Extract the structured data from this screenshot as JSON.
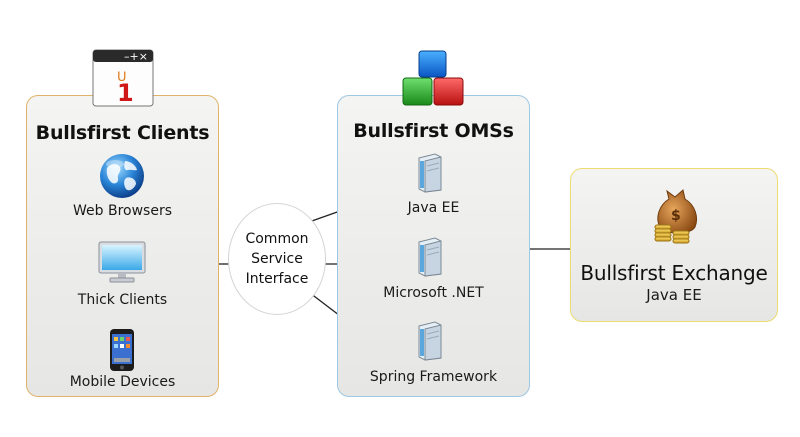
{
  "clients": {
    "title": "Bullsfirst Clients",
    "items": [
      {
        "label": "Web Browsers",
        "icon": "globe-icon"
      },
      {
        "label": "Thick Clients",
        "icon": "monitor-icon"
      },
      {
        "label": "Mobile Devices",
        "icon": "smartphone-icon"
      }
    ],
    "header_icon": "calendar-window-icon"
  },
  "interface": {
    "line1": "Common",
    "line2": "Service",
    "line3": "Interface"
  },
  "oms": {
    "title": "Bullsfirst OMSs",
    "header_icon": "blocks-icon",
    "items": [
      {
        "label": "Java EE",
        "icon": "server-icon"
      },
      {
        "label": "Microsoft .NET",
        "icon": "server-icon"
      },
      {
        "label": "Spring Framework",
        "icon": "server-icon"
      }
    ]
  },
  "exchange": {
    "title": "Bullsfirst Exchange",
    "subtitle": "Java EE",
    "icon": "money-bag-icon"
  },
  "colors": {
    "clients_border": "#e0b36a",
    "oms_border": "#9ec7e3",
    "exchange_border": "#ecdc72"
  }
}
